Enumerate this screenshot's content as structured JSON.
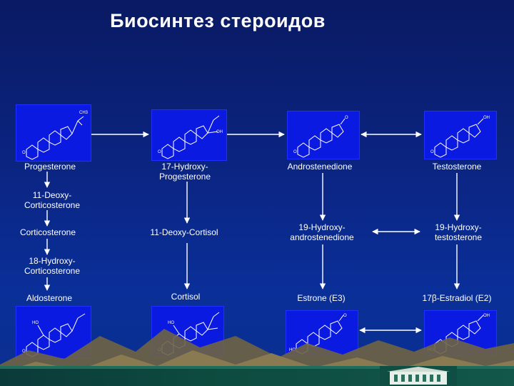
{
  "title": "Биосинтез стероидов",
  "labels": {
    "progesterone": "Progesterone",
    "hydroxy_progesterone_1": "17-Hydroxy-",
    "hydroxy_progesterone_2": "Progesterone",
    "androstenedione": "Androstenedione",
    "testosterone": "Testosterone",
    "deoxy_corticosterone_1": "11-Deoxy-",
    "deoxy_corticosterone_2": "Corticosterone",
    "corticosterone": "Corticosterone",
    "deoxy_cortisol": "11-Deoxy-Cortisol",
    "hydroxy_androstenedione_1": "19-Hydroxy-",
    "hydroxy_androstenedione_2": "androstenedione",
    "hydroxy_testosterone_1": "19-Hydroxy-",
    "hydroxy_testosterone_2": "testosterone",
    "hydroxy_corticosterone_1": "18-Hydroxy-",
    "hydroxy_corticosterone_2": "Corticosterone",
    "aldosterone": "Aldosterone",
    "cortisol": "Cortisol",
    "estrone": "Estrone (E3)",
    "estradiol_prefix": "17",
    "estradiol_beta": "β",
    "estradiol_suffix": "-Estradiol (E2)"
  },
  "colors": {
    "background": "#0b2583",
    "molecule_box": "#0a1ae0",
    "arrow": "#ffffff",
    "mountain": "#8a7a52"
  }
}
